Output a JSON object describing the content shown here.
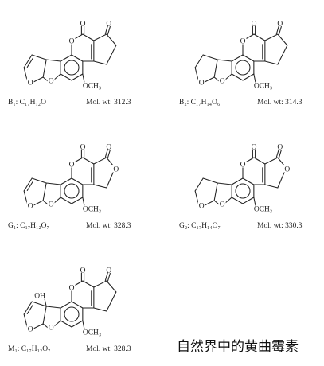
{
  "structures": [
    {
      "id": "B1",
      "label": "B₁: C₁₇H₁₂O",
      "mol_wt": "Mol. wt: 312.3",
      "has_double_bond": true,
      "lactone": false,
      "hydroxyl": false
    },
    {
      "id": "B2",
      "label": "B₂: C₁₇H₁₄O₆",
      "mol_wt": "Mol. wt: 314.3",
      "has_double_bond": false,
      "lactone": false,
      "hydroxyl": false
    },
    {
      "id": "G1",
      "label": "G₁: C₁₇H₁₂O₇",
      "mol_wt": "Mol. wt: 328.3",
      "has_double_bond": true,
      "lactone": true,
      "hydroxyl": false
    },
    {
      "id": "G2",
      "label": "G₂: C₁₇H₁₄O₇",
      "mol_wt": "Mol. wt: 330.3",
      "has_double_bond": false,
      "lactone": true,
      "hydroxyl": false
    },
    {
      "id": "M1",
      "label": "M₁: C₁₇H₁₂O₇",
      "mol_wt": "Mol. wt: 328.3",
      "has_double_bond": true,
      "lactone": false,
      "hydroxyl": true
    }
  ],
  "atom_labels": {
    "o": "O",
    "methoxy": "OCH₃",
    "hydroxyl": "OH"
  },
  "caption": "自然界中的黄曲霉素"
}
